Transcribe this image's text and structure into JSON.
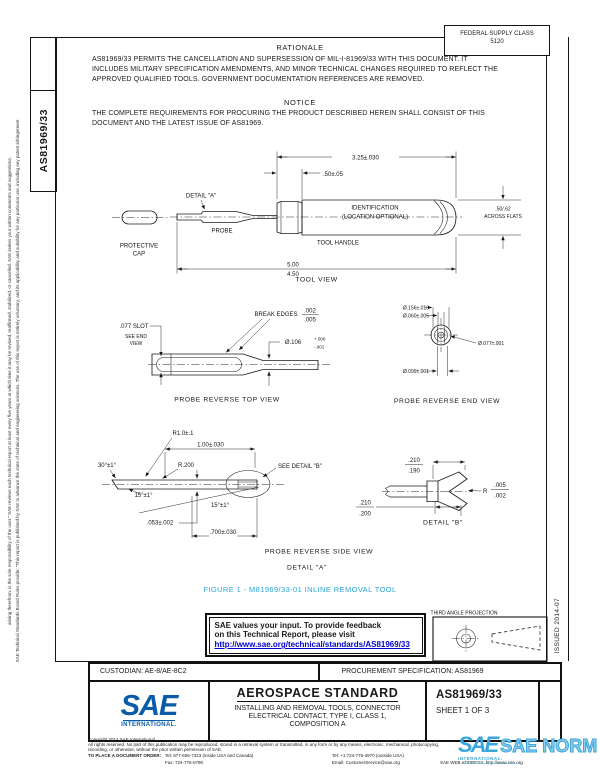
{
  "doc": {
    "number": "AS81969/33",
    "issued": "ISSUED 2014-07",
    "fsc_1": "FEDERAL SUPPLY CLASS",
    "fsc_2": "5120"
  },
  "left_margin": {
    "disclaimer_line1": "SAE Technical Standards Board Rules provide: \"This report is published by SAE to advance the state of technical and engineering sciences. The use of this report is entirely voluntary, and its applicability and suitability for any particular use, including any patent infringement",
    "disclaimer_line2": "arising therefrom, is the sole responsibility of the user.\" SAE reviews each technical report at least every five years at which time it may be revised, reaffirmed, stabilized, or cancelled. SAE invites your written comments and suggestions."
  },
  "rationale": {
    "heading": "RATIONALE",
    "body": "AS81969/33 PERMITS THE CANCELLATION AND SUPERSESSION OF MIL-I-81969/33 WITH THIS DOCUMENT. IT INCLUDES MILITARY SPECIFICATION AMENDMENTS, AND MINOR TECHNICAL CHANGES REQUIRED TO REFLECT THE APPROVED QUALIFIED TOOLS. GOVERNMENT DOCUMENTATION REFERENCES ARE REMOVED."
  },
  "notice": {
    "heading": "NOTICE",
    "body": "THE COMPLETE REQUIREMENTS FOR PROCURING THE PRODUCT DESCRIBED HEREIN SHALL CONSIST OF THIS DOCUMENT AND THE LATEST ISSUE OF AS81969."
  },
  "tool_view": {
    "caption": "TOOL VIEW",
    "dim_length": "3.25±.030",
    "dim_tip": ".50±.05",
    "across_flats_1": ".50/.62",
    "across_flats_2": "ACROSS FLATS",
    "dim_max": "5.00",
    "dim_min": "4.50",
    "label_detail_a": "DETAIL \"A\"",
    "label_identification_1": "IDENTIFICATION",
    "label_identification_2": "(LOCATION OPTIONAL)",
    "label_tool_handle": "TOOL HANDLE",
    "label_probe": "PROBE",
    "label_protective_1": "PROTECTIVE",
    "label_protective_2": "CAP"
  },
  "top_view": {
    "caption": "PROBE REVERSE TOP VIEW",
    "slot": ".077 SLOT",
    "see_end_1": "SEE END",
    "see_end_2": "VIEW",
    "break_edges": "BREAK EDGES",
    "break_upper": ".002",
    "break_lower": ".005",
    "dia": "Ø.106",
    "dia_plus": "+.000",
    "dia_minus": "-.001"
  },
  "end_view": {
    "caption": "PROBE REVERSE END VIEW",
    "dia_outer": "Ø.156±.010",
    "dia_slot": "Ø.060±.005",
    "dia_tip": "Ø.077±.001",
    "dia_shank": "Ø.099±.001"
  },
  "side_view": {
    "caption": "PROBE REVERSE SIDE VIEW",
    "radius_tip": "R1.0±.1",
    "len_tip": "1.00±.030",
    "radius_bend": "R.200",
    "angle_bend": "30°±1°",
    "angle_taper_1": "15°±1°",
    "angle_taper_2": "15°±1°",
    "see_detail_b": "SEE DETAIL \"B\"",
    "thickness": ".053±.002",
    "len_taper": ".700±.030",
    "dim_end_upper": ".210",
    "dim_end_lower": ".200"
  },
  "detail_b": {
    "caption": "DETAIL \"B\"",
    "dim_upper": ".210",
    "dim_lower": ".190",
    "radius_prefix": "R",
    "radius_upper": ".005",
    "radius_lower": ".002"
  },
  "figure": {
    "detail_a_caption": "DETAIL \"A\"",
    "caption": "FIGURE 1 - M81969/33-01 INLINE REMOVAL TOOL"
  },
  "feedback": {
    "line1": "SAE values your input. To provide feedback",
    "line2": "on this Technical Report, please visit",
    "link": "http://www.sae.org/technical/standards/AS81969/33"
  },
  "projection": {
    "label": "THIRD ANGLE PROJECTION"
  },
  "title_block": {
    "custodian": "CUSTODIAN: AE-8/AE-8C2",
    "procurement": "PROCUREMENT SPECIFICATION: AS81969",
    "logo_main": "SAE",
    "logo_sub": "INTERNATIONAL.",
    "doc_type": "AEROSPACE STANDARD",
    "title_1": "INSTALLING AND REMOVAL TOOLS, CONNECTOR",
    "title_2": "ELECTRICAL CONTACT, TYPE I, CLASS 1,",
    "title_3": "COMPOSITION A",
    "doc_number": "AS81969/33",
    "sheet": "SHEET 1 OF 3"
  },
  "footer": {
    "copyright_1": "Copyright 2014 SAE International",
    "copyright_2": "All rights reserved. No part of this publication may be reproduced, stored in a retrieval system or transmitted, in any form or by any means, electronic, mechanical, photocopying,",
    "copyright_3": "recording, or otherwise, without the prior written permission of SAE.",
    "order_label": "TO PLACE A DOCUMENT ORDER:",
    "tel_domestic": "Tel: 877-606-7323 (inside USA and Canada)",
    "fax": "Fax: 724-776-0790",
    "tel_international": "Tel: +1 724-776-4970 (outside USA)",
    "email": "Email: CustomerService@sae.org",
    "web": "SAE WEB ADDRESS: http://www.sae.org"
  },
  "watermark": {
    "logo": "SAE",
    "name": "SAE NORM",
    "sub": "INTERNATIONAL."
  },
  "colors": {
    "figure_caption": "#2aa5dc",
    "link": "#0000cc",
    "sae_blue": "#0a5ba8",
    "watermark_blue": "#3ba6db"
  }
}
